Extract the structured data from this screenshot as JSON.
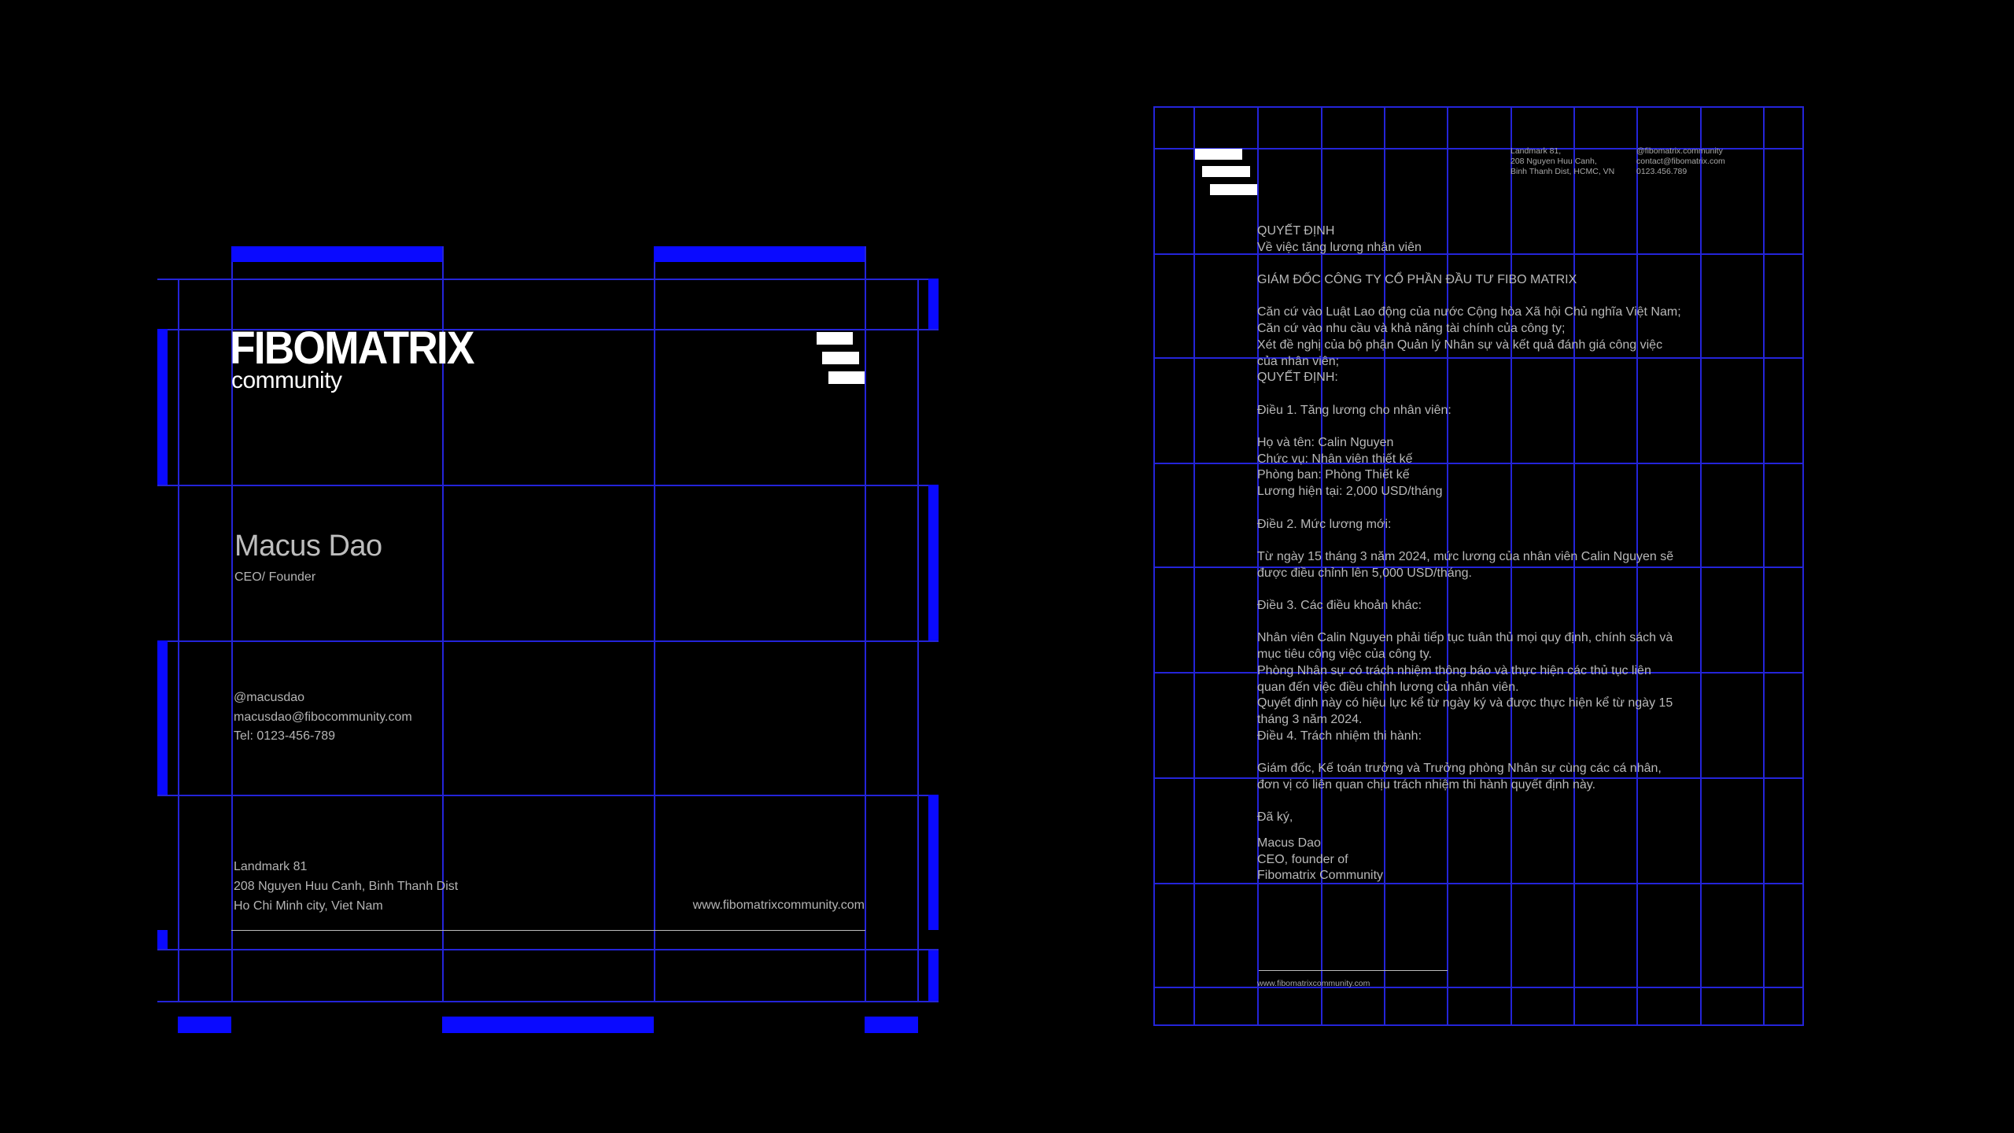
{
  "business_card": {
    "logo_word": "FIBOMATRIX",
    "logo_sub": "community",
    "name": "Macus Dao",
    "role": "CEO/ Founder",
    "contacts": [
      "@macusdao",
      "macusdao@fibocommunity.com",
      "Tel: 0123-456-789"
    ],
    "address": [
      "Landmark 81",
      "208 Nguyen Huu Canh, Binh Thanh Dist",
      "Ho Chi Minh city, Viet Nam"
    ],
    "website": "www.fibomatrixcommunity.com"
  },
  "letterhead": {
    "address": [
      "Landmark 81,",
      "208 Nguyen Huu Canh,",
      "Binh Thanh Dist, HCMC, VN"
    ],
    "contact": [
      "@fibomatrix.community",
      "contact@fibomatrix.com",
      "0123.456.789"
    ],
    "body": [
      "QUYẾT ĐỊNH",
      "Về việc tăng lương nhân viên",
      "",
      "GIÁM ĐỐC CÔNG TY CỔ PHẦN ĐẦU TƯ FIBO MATRIX",
      "",
      "Căn cứ vào Luật Lao động của nước Cộng hòa Xã hội Chủ nghĩa Việt Nam;",
      "Căn cứ vào nhu cầu và khả năng tài chính của công ty;",
      "Xét đề nghị của bộ phận Quản lý Nhân sự và kết quả đánh giá công việc",
      "của nhân viên;",
      "QUYẾT ĐỊNH:",
      "",
      "Điều 1. Tăng lương cho nhân viên:",
      "",
      "Họ và tên: Calin Nguyen",
      "Chức vụ: Nhân viên thiết kế",
      "Phòng ban: Phòng Thiết kế",
      "Lương hiện tại: 2,000 USD/tháng",
      "",
      "Điều 2. Mức lương mới:",
      "",
      "Từ ngày 15 tháng 3 năm 2024, mức lương của nhân viên Calin Nguyen sẽ",
      "được điều chỉnh lên 5,000 USD/tháng.",
      "",
      "Điều 3. Các điều khoản khác:",
      "",
      "Nhân viên Calin Nguyen phải tiếp tục tuân thủ mọi quy định, chính sách và",
      "mục tiêu công việc của công ty.",
      "Phòng Nhân sự có trách nhiệm thông báo và thực hiện các thủ tục liên",
      "quan đến việc điều chỉnh lương của nhân viên.",
      "Quyết định này có hiệu lực kể từ ngày ký và được thực hiện kể từ ngày 15",
      "tháng 3 năm 2024.",
      "Điều 4. Trách nhiệm thi hành:",
      "",
      "Giám đốc, Kế toán trưởng và Trưởng phòng Nhân sự cùng các cá nhân,",
      "đơn vị có liên quan chịu trách nhiệm thi hành quyết định này.",
      "",
      "Đã ký,"
    ],
    "signature": [
      "Macus Dao",
      "CEO, founder of",
      "Fibomatrix Community"
    ],
    "website": "www.fibomatrixcommunity.com"
  },
  "colors": {
    "grid": "#2424d8",
    "accent_bar": "#0a0aff",
    "text": "#b4b4b4"
  }
}
